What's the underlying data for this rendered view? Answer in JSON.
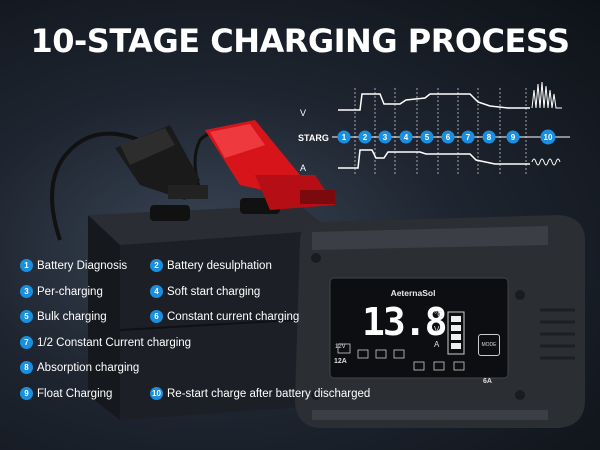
{
  "title": "10-STAGE CHARGING PROCESS",
  "diagram": {
    "v_label": "V",
    "stage_label": "STARG",
    "a_label": "A",
    "stages": [
      "1",
      "2",
      "3",
      "4",
      "5",
      "6",
      "7",
      "8",
      "9",
      "10"
    ]
  },
  "legend": [
    {
      "num": "1",
      "text": "Battery Diagnosis"
    },
    {
      "num": "2",
      "text": "Battery desulphation"
    },
    {
      "num": "3",
      "text": "Per-charging"
    },
    {
      "num": "4",
      "text": "Soft start charging"
    },
    {
      "num": "5",
      "text": "Bulk charging"
    },
    {
      "num": "6",
      "text": "Constant current charging"
    },
    {
      "num": "7",
      "text": "1/2 Constant Current charging"
    },
    {
      "num": "8",
      "text": "Absorption charging"
    },
    {
      "num": "9",
      "text": "Float Charging"
    },
    {
      "num": "10",
      "text": "Re-start charge after battery discharged"
    }
  ],
  "charger": {
    "brand": "AeternaSol",
    "display_value": "13.8",
    "unit_c": "°C",
    "unit_v": "V",
    "unit_a": "A",
    "mode_label": "MODE",
    "current_left": "12A",
    "current_right": "6A",
    "voltage_tag": "12V"
  },
  "colors": {
    "accent_blue": "#1a8fe0",
    "clamp_red": "#d8141b",
    "clamp_black": "#1a1a1a"
  }
}
